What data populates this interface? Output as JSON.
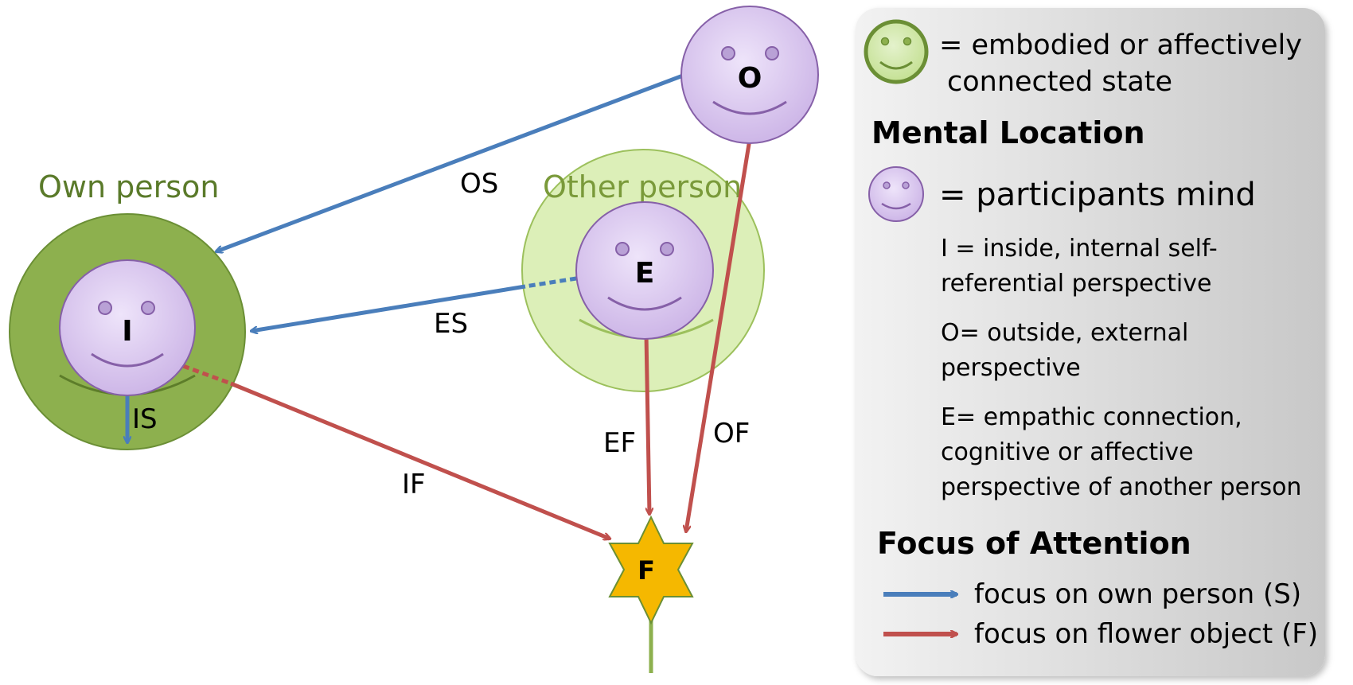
{
  "colors": {
    "own_circle": "#8db04e",
    "own_circle_stroke": "#6b8f35",
    "other_circle": "#dcefb8",
    "other_circle_stroke": "#9cc05c",
    "face": "#d9c6ef",
    "face_stroke": "#8660a8",
    "blue_arrow": "#4a7ebb",
    "red_arrow": "#c0504d",
    "star": "#f5b800",
    "stem": "#8db04e",
    "legend_bg": "#dcdcdc",
    "green_label": "#5a7a2a"
  },
  "groups": {
    "own_person": "Own person",
    "other_person": "Other person"
  },
  "nodes": {
    "I": "I",
    "E": "E",
    "O": "O",
    "F": "F"
  },
  "edges": {
    "OS": "OS",
    "ES": "ES",
    "IS": "IS",
    "IF": "IF",
    "EF": "EF",
    "OF": "OF"
  },
  "legend": {
    "embodied_line1": "= embodied or affectively",
    "embodied_line2": "connected state",
    "mental_location_title": "Mental Location",
    "participants_mind": "= participants mind",
    "i_line1": "I = inside, internal self-",
    "i_line2": "referential perspective",
    "o_line1": "O= outside, external",
    "o_line2": "perspective",
    "e_line1": "E= empathic connection,",
    "e_line2": "cognitive or affective",
    "e_line3": "perspective of another person",
    "focus_title": "Focus of Attention",
    "focus_own": "focus on own person (S)",
    "focus_flower": "focus on flower object (F)"
  }
}
